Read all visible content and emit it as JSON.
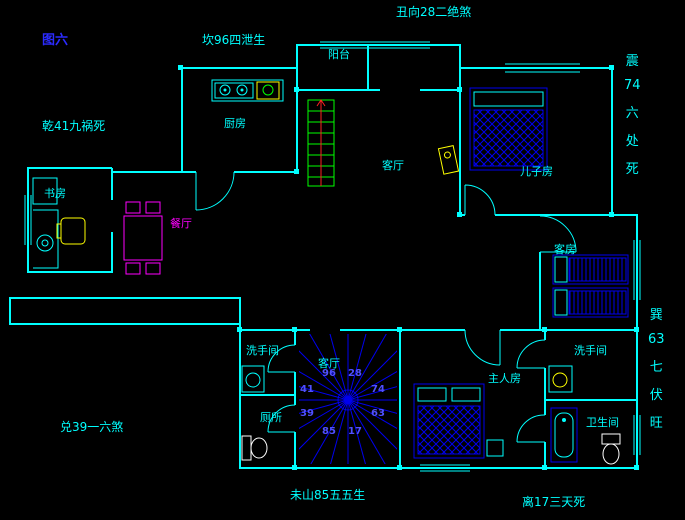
{
  "figure_title": "图六",
  "annotations": {
    "top": "丑向28二绝煞",
    "kan": "坎96四泄生",
    "qian": "乾41九祸死",
    "dui": "兑39一六煞",
    "wei": "未山85五五生",
    "li": "离17三天死",
    "zhen_vertical": [
      "震",
      "74",
      "六",
      "处",
      "死"
    ],
    "xun_vertical": [
      "巽",
      "63",
      "七",
      "伏",
      "旺"
    ]
  },
  "rooms": {
    "balcony": "阳台",
    "kitchen": "厨房",
    "living_room": "客厅",
    "son_room": "儿子房",
    "study": "书房",
    "dining_room": "餐厅",
    "guest_room": "客房",
    "washroom_left": "洗手间",
    "stair_hall": "客厅",
    "master_room": "主人房",
    "washroom_right": "洗手间",
    "toilet_room": "厕所",
    "bathroom": "卫生间"
  },
  "flying_stars": [
    "96",
    "28",
    "74",
    "63",
    "17",
    "85",
    "39",
    "41"
  ],
  "symbols": [
    "kitchen-counter",
    "staircase",
    "compass-starburst",
    "son-room-bed",
    "guest-room-beds",
    "master-bed",
    "dining-set",
    "study-desk",
    "bathtub",
    "toilet",
    "wash-basin",
    "speaker"
  ],
  "colors": {
    "background": "#000000",
    "wall_cyan": "#00ffff",
    "furniture_blue": "#0000ee",
    "dining_magenta": "#ff00ff",
    "accent_yellow": "#ffff00",
    "stair_green": "#00ff00",
    "arrow_red": "#ff2222",
    "title_blue": "#2b2bff",
    "fixture_white": "#ffffff",
    "star_number_blue": "#5050ff"
  }
}
